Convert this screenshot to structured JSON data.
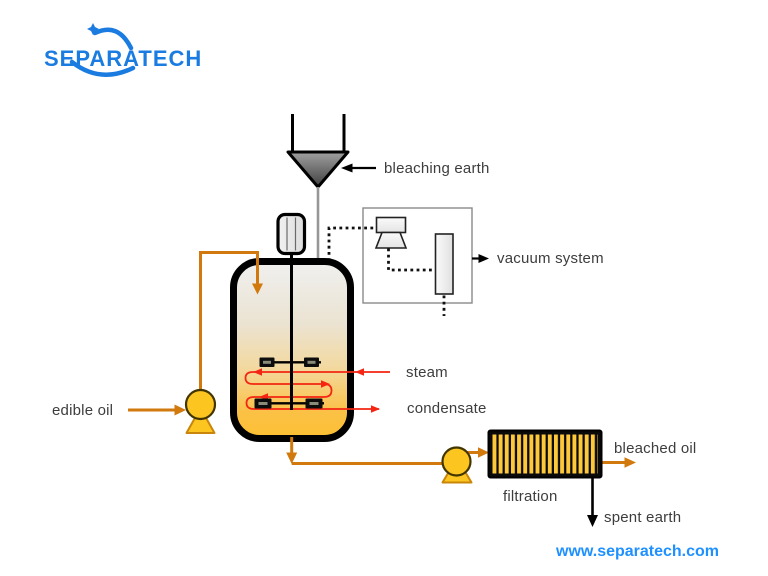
{
  "logo": {
    "text": "SEPARATECH"
  },
  "footer": {
    "website": "www.separatech.com"
  },
  "labels": {
    "bleaching_earth": "bleaching earth",
    "vacuum_system": "vacuum system",
    "steam": "steam",
    "condensate": "condensate",
    "edible_oil": "edible oil",
    "bleached_oil": "bleached oil",
    "filtration": "filtration",
    "spent_earth": "spent earth"
  },
  "colors": {
    "logo_blue": "#1a7ce0",
    "website_blue": "#1e90ff",
    "pipe_orange": "#d2790e",
    "steam_red": "#f42613",
    "pump_yellow": "#fdc520",
    "vessel_top_gray": "#f0f0ef",
    "vessel_bottom_amber": "#fcc033",
    "label_gray": "#3d3d3d"
  }
}
